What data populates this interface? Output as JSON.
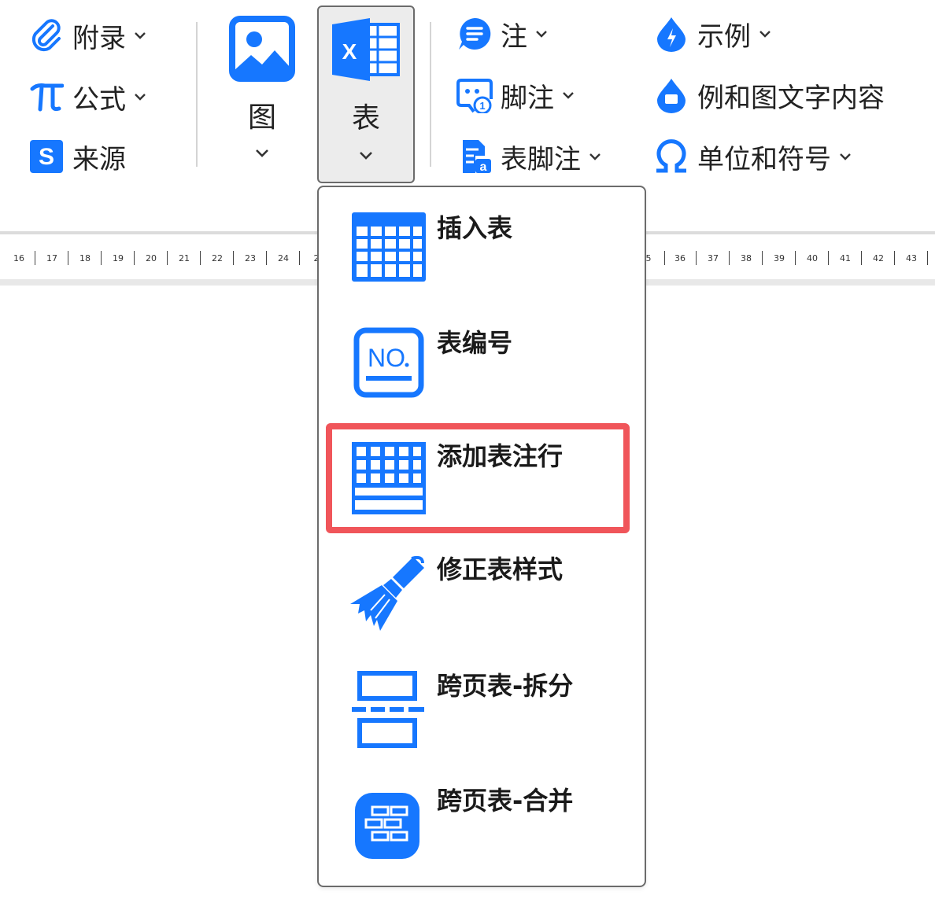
{
  "ribbon": {
    "left_group": [
      {
        "label": "附录",
        "icon": "paperclip-icon",
        "has_dropdown": true
      },
      {
        "label": "公式",
        "icon": "pi-icon",
        "has_dropdown": true
      },
      {
        "label": "来源",
        "icon": "source-s-icon",
        "has_dropdown": false
      }
    ],
    "figure_button": {
      "label": "图",
      "icon": "image-icon"
    },
    "table_button": {
      "label": "表",
      "icon": "excel-table-icon",
      "active": true
    },
    "middle_group": [
      {
        "label": "注",
        "icon": "note-bubble-icon",
        "has_dropdown": true
      },
      {
        "label": "脚注",
        "icon": "footnote-icon",
        "has_dropdown": true
      },
      {
        "label": "表脚注",
        "icon": "table-footnote-icon",
        "has_dropdown": true
      }
    ],
    "right_group": [
      {
        "label": "示例",
        "icon": "example-drop-icon",
        "has_dropdown": true
      },
      {
        "label": "例和图文字内容",
        "icon": "example-figure-text-icon",
        "has_dropdown": false
      },
      {
        "label": "单位和符号",
        "icon": "omega-icon",
        "has_dropdown": true
      }
    ]
  },
  "ruler": {
    "left_numbers": [
      "16",
      "17",
      "18",
      "19",
      "20",
      "21",
      "22",
      "23",
      "24",
      "2"
    ],
    "right_numbers": [
      "5",
      "36",
      "37",
      "38",
      "39",
      "40",
      "41",
      "42",
      "43"
    ]
  },
  "table_menu": {
    "items": [
      {
        "label": "插入表",
        "icon": "insert-table-icon"
      },
      {
        "label": "表编号",
        "icon": "table-number-icon"
      },
      {
        "label": "添加表注行",
        "icon": "add-table-note-row-icon",
        "highlighted": true
      },
      {
        "label": "修正表样式",
        "icon": "brush-icon"
      },
      {
        "label": "跨页表-拆分",
        "icon": "split-table-icon"
      },
      {
        "label": "跨页表-合并",
        "icon": "merge-table-icon"
      }
    ]
  },
  "colors": {
    "accent": "#1677ff",
    "highlight": "#f0555a",
    "active_bg": "#ececec"
  }
}
